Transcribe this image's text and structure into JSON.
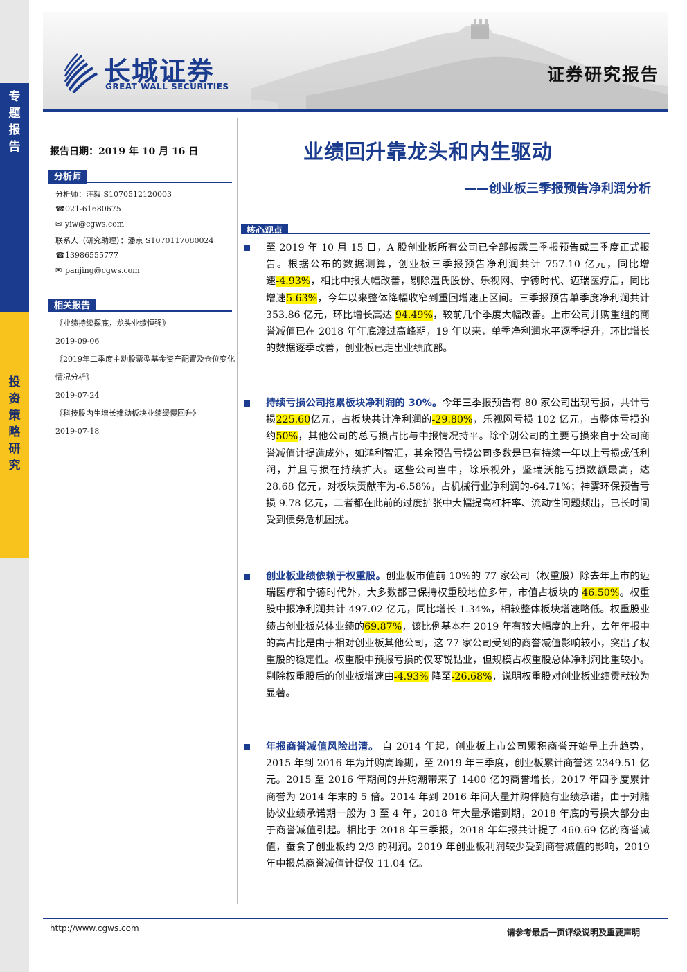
{
  "sidebar": {
    "top_label": [
      "专",
      "题",
      "报",
      "告"
    ],
    "bottom_label": [
      "投",
      "资",
      "策",
      "略",
      "研",
      "究"
    ]
  },
  "header": {
    "logo_cn": "长城证券",
    "logo_en": "GREAT WALL SECURITIES",
    "report_type": "证券研究报告"
  },
  "meta": {
    "date_line": "报告日期：2019 年 10 月 16 日"
  },
  "analysts": {
    "section_label": "分析师",
    "lines": [
      {
        "icon": "",
        "text": "分析师：汪毅 S1070512120003"
      },
      {
        "icon": "☎",
        "text": "021-61680675"
      },
      {
        "icon": "✉",
        "text": "yiw@cgws.com"
      },
      {
        "icon": "",
        "text": "联系人（研究助理）：潘京 S1070117080024"
      },
      {
        "icon": "☎",
        "text": "13986555777"
      },
      {
        "icon": "✉",
        "text": "panjing@cgws.com"
      }
    ]
  },
  "related": {
    "section_label": "相关报告",
    "items": [
      {
        "title": "《业绩持续探底，龙头业绩恒强》",
        "date": "2019-09-06"
      },
      {
        "title": "《2019年二季度主动股票型基金资产配置及仓位变化情况分析》",
        "date": "2019-07-24"
      },
      {
        "title": "《科技股内生增长推动板块业绩缓慢回升》",
        "date": "2019-07-18"
      }
    ]
  },
  "report": {
    "title": "业绩回升靠龙头和内生驱动",
    "subtitle": "——创业板三季报预告净利润分析",
    "core_label": "核心观点"
  },
  "bullets": [
    {
      "lead": "",
      "segments": [
        {
          "t": "至 2019 年 10 月 15 日，A 股创业板所有公司已全部披露三季报预告或三季度正式报告。根据公布的数据测算，创业板三季报预告净利润共计 757.10 亿元，同比增速"
        },
        {
          "t": "-4.93%",
          "h": true
        },
        {
          "t": "，相比中报大幅改善，剔除温氏股份、乐视网、宁德时代、迈瑞医疗后，同比增速"
        },
        {
          "t": "5.63%",
          "h": true
        },
        {
          "t": "，今年以来整体降幅收窄到重回增速正区间。三季报预告单季度净利润共计 353.86 亿元，环比增长高达 "
        },
        {
          "t": "94.49%",
          "h": true
        },
        {
          "t": "，较前几个季度大幅改善。上市公司并购重组的商誉减值已在 2018 年年底渡过高峰期，19 年以来，单季净利润水平逐季提升，环比增长的数据逐季改善，创业板已走出业绩底部。"
        }
      ]
    },
    {
      "lead": "持续亏损公司拖累板块净利润的 30%。",
      "segments": [
        {
          "t": "今年三季报预告有 80 家公司出现亏损，共计亏损"
        },
        {
          "t": "225.60",
          "h": true
        },
        {
          "t": "亿元，占板块共计净利润的"
        },
        {
          "t": "-29.80%",
          "h": true
        },
        {
          "t": "，乐视网亏损 102 亿元，占整体亏损的约"
        },
        {
          "t": "50%",
          "h": true
        },
        {
          "t": "，其他公司的总亏损占比与中报情况持平。除个别公司的主要亏损来自于公司商誉减值计提造成外，如鸿利智汇，其余预告亏损公司多数是已有持续一年以上亏损或低利润，并且亏损在持续扩大。这些公司当中，除乐视外，坚瑞沃能亏损数额最高，达 28.68 亿元，对板块贡献率为-6.58%，占机械行业净利润的-64.71%；神雾环保预告亏损 9.78 亿元，二者都在此前的过度扩张中大幅提高杠杆率、流动性问题频出，已长时间受到债务危机困扰。"
        }
      ]
    },
    {
      "lead": "创业板业绩依赖于权重股。",
      "segments": [
        {
          "t": "创业板市值前 10%的 77 家公司（权重股）除去年上市的迈瑞医疗和宁德时代外，大多数都已保持权重股地位多年，市值占板块的 "
        },
        {
          "t": "46.50%",
          "h": true
        },
        {
          "t": "。权重股中报净利润共计 497.02 亿元，同比增长-1.34%，相较整体板块增速略低。权重股业绩占创业板总体业绩的"
        },
        {
          "t": "69.87%",
          "h": true
        },
        {
          "t": "，该比例基本在 2019 年有较大幅度的上升，去年年报中的高占比是由于相对创业板其他公司，这 77 家公司受到的商誉减值影响较小，突出了权重股的稳定性。权重股中预报亏损的仅寒锐钴业，但规模占权重股总体净利润比重较小。 剔除权重股后的创业板增速由"
        },
        {
          "t": "-4.93%",
          "h": true
        },
        {
          "t": " 降至"
        },
        {
          "t": "-26.68%",
          "h": true
        },
        {
          "t": "，说明权重股对创业板业绩贡献较为显著。"
        }
      ]
    },
    {
      "lead": "年报商誉减值风险出清。",
      "segments": [
        {
          "t": " 自 2014 年起，创业板上市公司累积商誉开始呈上升趋势，2015 年到 2016 年为并购高峰期，至 2019 年三季度，创业板累计商誉达 2349.51 亿元。2015 至 2016 年期间的并购潮带来了 1400 亿的商誉增长，2017 年四季度累计商誉为 2014 年末的 5 倍。2014 年到 2016 年间大量并购伴随有业绩承诺，由于对赌协议业绩承诺期一般为 3 至 4 年，2018 年大量承诺到期，2018 年底的亏损大部分由于商誉减值引起。相比于 2018 年三季报，2018 年年报共计提了 460.69 亿的商誉减值，蚕食了创业板约 2/3 的利润。2019 年创业板利润较少受到商誉减值的影响，2019 年中报总商誉减值计提仅 11.04 亿。"
        }
      ]
    }
  ],
  "footer": {
    "url": "http://www.cgws.com",
    "note": "请参考最后一页评级说明及重要声明"
  },
  "colors": {
    "brand_blue": "#1a3b8e",
    "accent_yellow": "#f7c31c",
    "highlight": "#fff200"
  }
}
